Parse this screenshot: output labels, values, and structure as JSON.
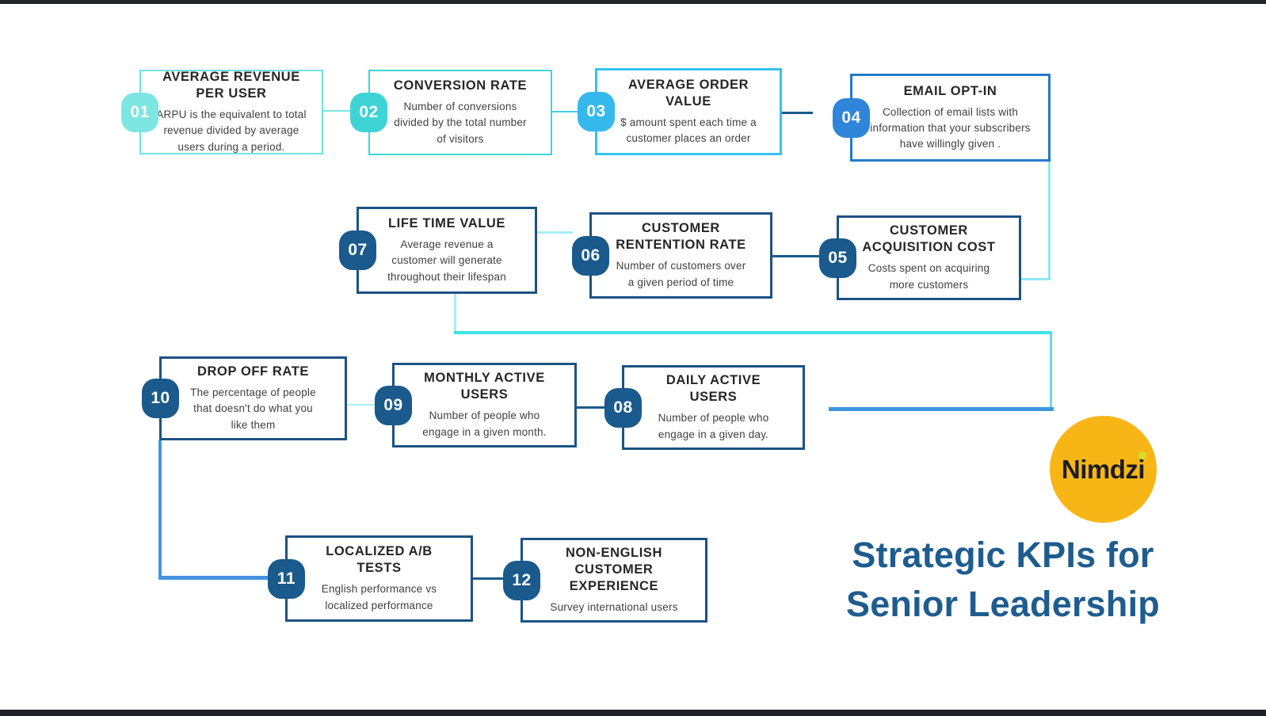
{
  "page": {
    "background": "#ffffff",
    "top_bar_color": "#222426",
    "bottom_bar_color": "#1d2126"
  },
  "title": {
    "line1": "Strategic KPIs for",
    "line2": "Senior Leadership",
    "color": "#1e5c8f"
  },
  "logo": {
    "text": "Nimdzi",
    "circle_color": "#f8b616",
    "dot_color": "#d5df26",
    "text_color": "#1c1c1c"
  },
  "colors": {
    "turquoise_light": "#7ee6e2",
    "turquoise": "#3ed3d6",
    "sky_blue": "#35b9ec",
    "blue": "#2e85da",
    "navy": "#1a5a8c",
    "connector_bright_cyan": "#3fe2e2",
    "connector_pale_cyan": "#a9edf3",
    "connector_blue": "#3e96e0"
  },
  "kpis": [
    {
      "num": "01",
      "title": "AVERAGE REVENUE\nPER USER",
      "desc": "ARPU is the equivalent to total\nrevenue divided by average\nusers during a period."
    },
    {
      "num": "02",
      "title": "CONVERSION RATE",
      "desc": "Number of conversions\ndivided by the total number\nof visitors"
    },
    {
      "num": "03",
      "title": "AVERAGE ORDER\nVALUE",
      "desc": "$ amount spent each time a\ncustomer places an order"
    },
    {
      "num": "04",
      "title": "EMAIL OPT-IN",
      "desc": "Collection of email lists with\ninformation that your subscribers\nhave willingly given ."
    },
    {
      "num": "05",
      "title": "CUSTOMER\nACQUISITION COST",
      "desc": "Costs spent on acquiring\nmore customers"
    },
    {
      "num": "06",
      "title": "CUSTOMER\nRENTENTION RATE",
      "desc": "Number of customers  over\na given period of time"
    },
    {
      "num": "07",
      "title": "LIFE TIME VALUE",
      "desc": "Average revenue  a\ncustomer will generate\nthroughout their lifespan"
    },
    {
      "num": "08",
      "title": "DAILY ACTIVE\nUSERS",
      "desc": "Number of people who\nengage in a given day."
    },
    {
      "num": "09",
      "title": "MONTHLY ACTIVE\nUSERS",
      "desc": "Number of people who\nengage in a given month."
    },
    {
      "num": "10",
      "title": "DROP OFF RATE",
      "desc": "The percentage of people\nthat doesn't do what you\nlike them"
    },
    {
      "num": "11",
      "title": "LOCALIZED A/B\nTESTS",
      "desc": "English performance vs\nlocalized performance"
    },
    {
      "num": "12",
      "title": "NON-ENGLISH\nCUSTOMER\nEXPERIENCE",
      "desc": "Survey international users"
    }
  ]
}
